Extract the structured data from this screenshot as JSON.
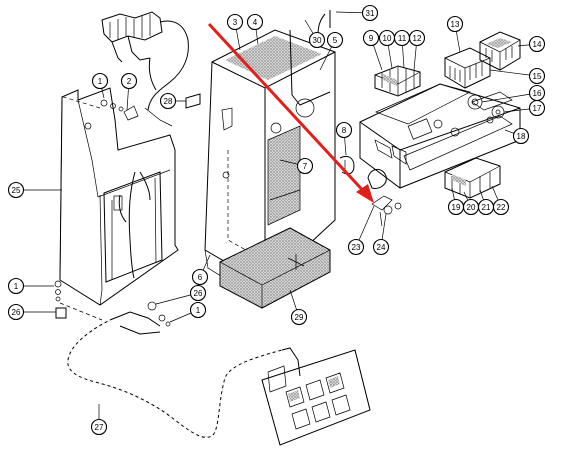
{
  "arrow_color": "#e0201b",
  "callouts": [
    {
      "id": "c1a",
      "label": "1"
    },
    {
      "id": "c2",
      "label": "2"
    },
    {
      "id": "c3",
      "label": "3"
    },
    {
      "id": "c4",
      "label": "4"
    },
    {
      "id": "c5",
      "label": "5"
    },
    {
      "id": "c6",
      "label": "6"
    },
    {
      "id": "c7",
      "label": "7"
    },
    {
      "id": "c8",
      "label": "8"
    },
    {
      "id": "c9",
      "label": "9"
    },
    {
      "id": "c10",
      "label": "10"
    },
    {
      "id": "c11",
      "label": "11"
    },
    {
      "id": "c12",
      "label": "12"
    },
    {
      "id": "c13",
      "label": "13"
    },
    {
      "id": "c14",
      "label": "14"
    },
    {
      "id": "c15",
      "label": "15"
    },
    {
      "id": "c16",
      "label": "16"
    },
    {
      "id": "c17",
      "label": "17"
    },
    {
      "id": "c18",
      "label": "18"
    },
    {
      "id": "c19",
      "label": "19"
    },
    {
      "id": "c20",
      "label": "20"
    },
    {
      "id": "c21",
      "label": "21"
    },
    {
      "id": "c22",
      "label": "22"
    },
    {
      "id": "c23",
      "label": "23"
    },
    {
      "id": "c24",
      "label": "24"
    },
    {
      "id": "c25",
      "label": "25"
    },
    {
      "id": "c26a",
      "label": "26"
    },
    {
      "id": "c26b",
      "label": "26"
    },
    {
      "id": "c27",
      "label": "27"
    },
    {
      "id": "c28",
      "label": "28"
    },
    {
      "id": "c29",
      "label": "29"
    },
    {
      "id": "c30",
      "label": "30"
    },
    {
      "id": "c31",
      "label": "31"
    },
    {
      "id": "c1b",
      "label": "1"
    },
    {
      "id": "c1c",
      "label": "1"
    }
  ]
}
